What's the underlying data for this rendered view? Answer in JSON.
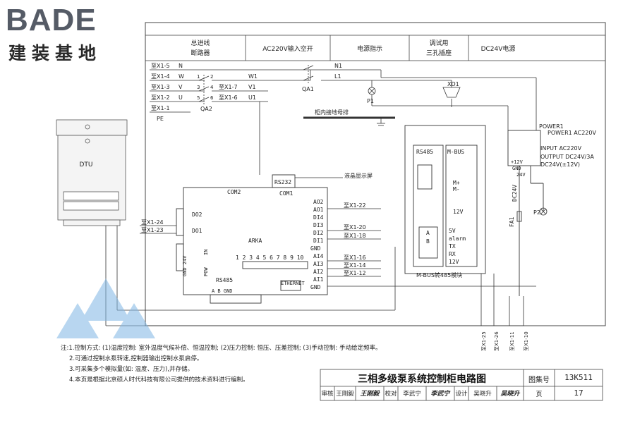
{
  "logo": {
    "brand": "BADE",
    "tagline": "建装基地"
  },
  "header": {
    "col1_line1": "总进线",
    "col1_line2": "断路器",
    "col2": "AC220V输入空开",
    "col3": "电源指示",
    "col4_line1": "调试用",
    "col4_line2": "三孔插座",
    "col5": "DC24V电源"
  },
  "terminals": {
    "x15": "至X1-5",
    "x14": "至X1-4",
    "x13": "至X1-3",
    "x12": "至X1-2",
    "x11": "至X1-1",
    "n": "N",
    "w": "W",
    "v": "V",
    "u": "U",
    "pe": "PE",
    "x17": "至X1-7",
    "x16": "至X1-6",
    "qa2": "QA2",
    "qa1": "QA1",
    "w1": "W1",
    "v1": "V1",
    "u1": "U1",
    "n1": "N1",
    "l1": "L1"
  },
  "pins": {
    "p1": "1",
    "p2": "2",
    "p3": "3",
    "p4": "4",
    "p5": "5",
    "p6": "6"
  },
  "components": {
    "p1": "P1",
    "xd1": "XD1",
    "p2": "P2",
    "fa1": "FA1",
    "ground_bus": "柜内接地母排",
    "dtu": "DTU",
    "lcd": "液晶显示屏",
    "rs232": "RS232",
    "com1": "COM1",
    "com2": "COM2",
    "arka": "ARKA",
    "do2": "DO2",
    "do1": "DO1",
    "gnd24v": "GND 24V",
    "pow": "POW",
    "in": "IN",
    "rs485": "RS485",
    "ab_gnd": "A  B GND",
    "ethernet": "ETHERNET",
    "dip": "1 2 3 4 5 6 7 8 9 10",
    "ao2": "AO2",
    "ao1": "AO1",
    "di4": "DI4",
    "di3": "DI3",
    "di2": "DI2",
    "di1": "DI1",
    "gnd": "GND",
    "ai4": "AI4",
    "ai3": "AI3",
    "ai2": "AI2",
    "ai1": "AI1",
    "gnd2": "GND",
    "to_x122": "至X1-22",
    "to_x120": "至X1-20",
    "to_x118": "至X1-18",
    "to_x116": "至X1-16",
    "to_x114": "至X1-14",
    "to_x112": "至X1-12",
    "to_x124": "至X1-24",
    "to_x123": "至X1-23",
    "mbus_rs485": "RS485",
    "mbus": "M-BUS",
    "mplus": "M+",
    "mminus": "M-",
    "v12": "12V",
    "a": "A",
    "b": "B",
    "v5": "5V",
    "alarm": "alarm",
    "tx": "TX",
    "rx": "RX",
    "v12b": "12V",
    "module": "M-BUS转485模块",
    "power1a": "POWER1",
    "power1b": "POWER1 AC220V",
    "psu_in": "INPUT AC220V",
    "psu_out": "OUTPUT DC24V/3A",
    "psu_dc": "DC24V(±12V)",
    "plus12v": "+12V",
    "gnd24": "GND",
    "v24": "24V",
    "dc24v": "DC24V",
    "vx125": "至X1-25",
    "vx126": "至X1-26",
    "vx111": "至X1-11",
    "vx110": "至X1-10"
  },
  "notes": {
    "n1": "注:1.控制方式: (1)温度控制: 室外温度气候补偿、恒温控制; (2)压力控制: 恒压、压差控制; (3)手动控制: 手动给定频率。",
    "n2": "2.可通过控制水泵转速,控制器输出控制水泵启停。",
    "n3": "3.可采集多个模拟量(如: 温度、压力),并存储。",
    "n4": "4.本页是根据北京硕人时代科技有限公司提供的技术资料进行编制。"
  },
  "title_block": {
    "title": "三相多级泵系统控制柜电路图",
    "atlas_label": "图集号",
    "atlas_no": "13K511",
    "review": "审核",
    "reviewer": "王刚毅",
    "reviewer_sign": "王刚毅",
    "check": "校对",
    "checker": "李武宁",
    "checker_sign": "李武宁",
    "design": "设计",
    "designer": "吴晓升",
    "designer_sign": "吴晓升",
    "page_label": "页",
    "page_no": "17"
  }
}
